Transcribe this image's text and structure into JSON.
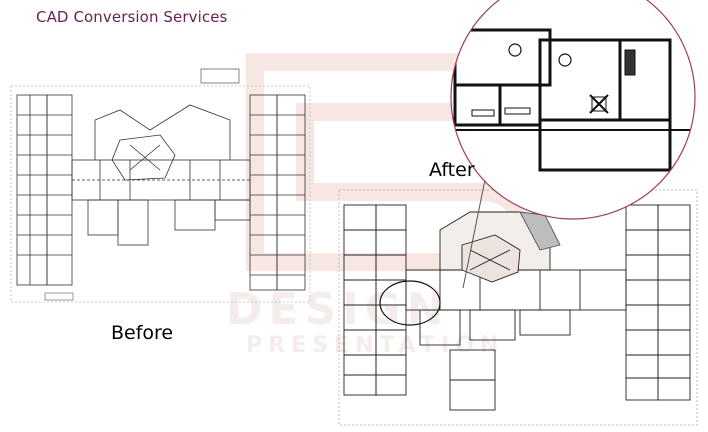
{
  "page_title": "CAD Conversion Services",
  "labels": {
    "before": "Before",
    "after": "After"
  },
  "colors": {
    "title": "#6b1f4e",
    "zoom_circle": "#a0405a",
    "watermark": "#f3dcd6",
    "line": "#222222"
  },
  "watermark": {
    "line1": "DESIGN",
    "line2": "PRESENTATION"
  }
}
